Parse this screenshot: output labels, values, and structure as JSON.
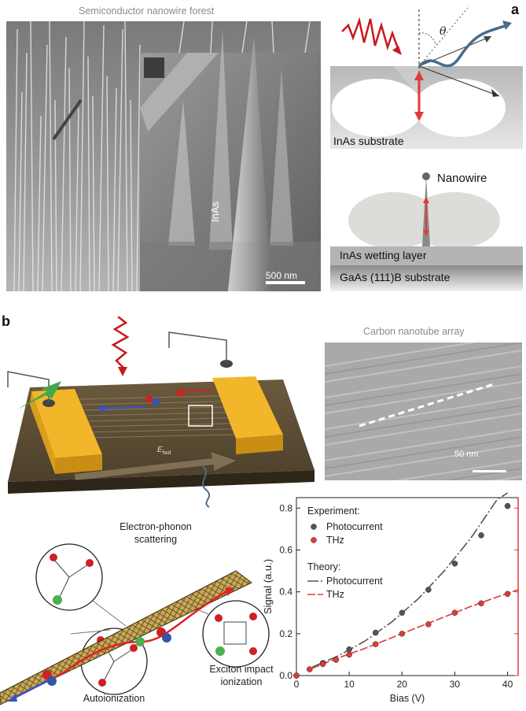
{
  "panel_a": {
    "letter": "a",
    "sem_title": "Semiconductor nanowire forest",
    "inset_label": "InAs",
    "scalebar_label": "500 nm",
    "theta_symbol": "θ",
    "substrate_label": "InAs substrate",
    "nanowire_label": "Nanowire",
    "wetting_layer_label": "InAs wetting layer",
    "gaas_label": "GaAs (111)B substrate"
  },
  "panel_b": {
    "letter": "b",
    "cnt_title": "Carbon nanotube array",
    "cnt_scalebar": "50 nm",
    "field_label_main": "E",
    "field_label_sub": "fwd",
    "labels": {
      "electron_phonon": "Electron-phonon\nscattering",
      "exciton": "Exciton impact\nionization",
      "autoionization": "Autoionization"
    }
  },
  "colors": {
    "photocurrent": "#555555",
    "thz": "#e03a3a",
    "gold": "#f2b62a",
    "substrate_brown": "#5a4a32",
    "axis_right": "#e03a3a",
    "wave_red": "#c8191e",
    "wave_blue": "#4a6a8a"
  },
  "chart_data": {
    "type": "scatter",
    "xlabel": "Bias (V)",
    "ylabel": "Signal (a.u.)",
    "xlim": [
      0,
      42
    ],
    "ylim": [
      0,
      0.85
    ],
    "xticks": [
      "0",
      "10",
      "20",
      "30",
      "40"
    ],
    "yticks": [
      "0.0",
      "0.2",
      "0.4",
      "0.6",
      "0.8"
    ],
    "legend": {
      "experiment_header": "Experiment:",
      "theory_header": "Theory:",
      "placement": "top-left"
    },
    "series": [
      {
        "name": "Photocurrent",
        "kind": "experiment",
        "x": [
          0,
          5,
          10,
          15,
          20,
          25,
          30,
          35,
          40
        ],
        "y": [
          0.0,
          0.06,
          0.125,
          0.205,
          0.3,
          0.41,
          0.535,
          0.67,
          0.81
        ]
      },
      {
        "name": "THz",
        "kind": "experiment",
        "x": [
          0,
          2.5,
          5,
          7.5,
          10,
          15,
          20,
          25,
          30,
          35,
          40
        ],
        "y": [
          0.0,
          0.03,
          0.055,
          0.075,
          0.1,
          0.15,
          0.2,
          0.245,
          0.3,
          0.345,
          0.39
        ]
      },
      {
        "name": "Photocurrent",
        "kind": "theory",
        "x": [
          3,
          8,
          13,
          18,
          23,
          28,
          33,
          38,
          40
        ],
        "y": [
          0.04,
          0.095,
          0.165,
          0.255,
          0.365,
          0.5,
          0.655,
          0.84,
          0.92
        ]
      },
      {
        "name": "THz",
        "kind": "theory",
        "x": [
          3,
          8,
          13,
          18,
          23,
          28,
          33,
          38,
          42
        ],
        "y": [
          0.035,
          0.085,
          0.13,
          0.18,
          0.23,
          0.28,
          0.33,
          0.375,
          0.41
        ]
      }
    ]
  }
}
